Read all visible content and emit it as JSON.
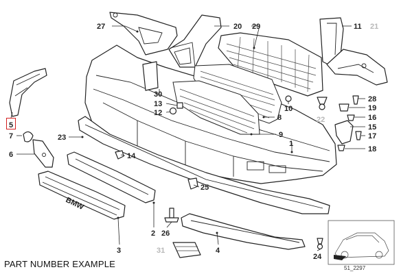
{
  "caption": "PART NUMBER EXAMPLE",
  "reference_code": "51_2297",
  "embossed_logo": "BMW",
  "highlighted_callout": "5",
  "colors": {
    "highlight": "#d31f1f",
    "line": "#222222",
    "inactive_label": "#b8b8b8"
  },
  "callouts": [
    {
      "id": "c27",
      "label": "27",
      "active": true
    },
    {
      "id": "c20",
      "label": "20",
      "active": true
    },
    {
      "id": "c29",
      "label": "29",
      "active": true
    },
    {
      "id": "c11",
      "label": "11",
      "active": true
    },
    {
      "id": "c21",
      "label": "21",
      "active": false
    },
    {
      "id": "c10",
      "label": "10",
      "active": true
    },
    {
      "id": "c22",
      "label": "22",
      "active": false
    },
    {
      "id": "c28",
      "label": "28",
      "active": true
    },
    {
      "id": "c19",
      "label": "19",
      "active": true
    },
    {
      "id": "c16",
      "label": "16",
      "active": true
    },
    {
      "id": "c15",
      "label": "15",
      "active": true
    },
    {
      "id": "c17",
      "label": "17",
      "active": true
    },
    {
      "id": "c18",
      "label": "18",
      "active": true
    },
    {
      "id": "c30",
      "label": "30",
      "active": true
    },
    {
      "id": "c13",
      "label": "13",
      "active": true
    },
    {
      "id": "c12",
      "label": "12",
      "active": true
    },
    {
      "id": "c8",
      "label": "8",
      "active": true
    },
    {
      "id": "c9",
      "label": "9",
      "active": true
    },
    {
      "id": "c1",
      "label": "1",
      "active": true
    },
    {
      "id": "c5",
      "label": "5",
      "active": true
    },
    {
      "id": "c7",
      "label": "7",
      "active": true
    },
    {
      "id": "c23",
      "label": "23",
      "active": true
    },
    {
      "id": "c6",
      "label": "6",
      "active": true
    },
    {
      "id": "c14",
      "label": "14",
      "active": true
    },
    {
      "id": "c25",
      "label": "25",
      "active": true
    },
    {
      "id": "c2",
      "label": "2",
      "active": true
    },
    {
      "id": "c26",
      "label": "26",
      "active": true
    },
    {
      "id": "c3",
      "label": "3",
      "active": true
    },
    {
      "id": "c31",
      "label": "31",
      "active": false
    },
    {
      "id": "c4",
      "label": "4",
      "active": true
    },
    {
      "id": "c24",
      "label": "24",
      "active": true
    }
  ]
}
